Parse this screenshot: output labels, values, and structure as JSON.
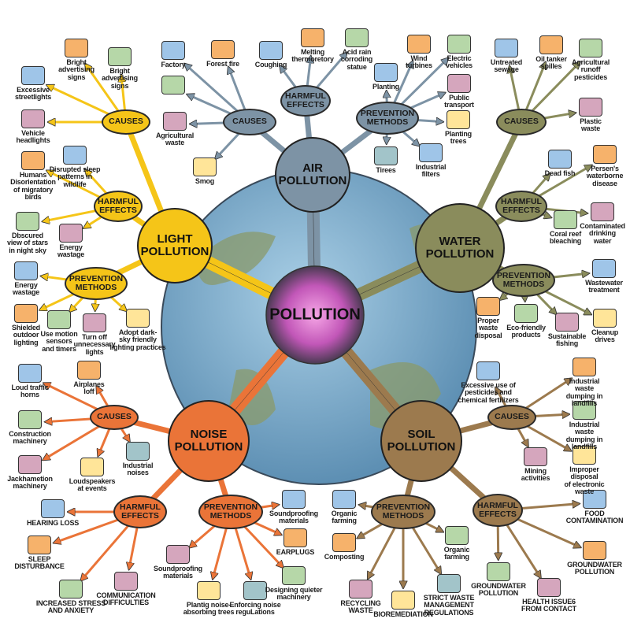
{
  "center_title": "POLLUTION",
  "topics": [
    {
      "key": "air",
      "title": "AIR\nPOLLUTION",
      "color": "#7d93a5",
      "causes_label": "CAUSES",
      "harmful_label": "HARMFUL\nEFFECTS",
      "prevention_label": "PREVENTION\nMETHODS",
      "causes": [
        "Factory",
        "Forest fire",
        "",
        "Agricultural\nwaste",
        "Smog"
      ],
      "harmful": [
        "Coughing",
        "Melting\nthermoretory",
        "Acid rain\ncorroding\nstatue"
      ],
      "prevention": [
        "Planting",
        "Wind\nturbines",
        "Electric\nvehicles",
        "Public\ntransport",
        "Planting\ntrees",
        "Tirees",
        "Industrial\nfilters"
      ]
    },
    {
      "key": "light",
      "title": "LIGHT\nPOLLUTION",
      "color": "#f5c518",
      "causes_label": "CAUSES",
      "harmful_label": "HARMFUL\nEFFECTS",
      "prevention_label": "PREVENTION\nMETHODS",
      "causes": [
        "Excessive\nstreetlights",
        "Bright\nadvertising\nsigns",
        "Bright\nadvertising\nsigns",
        "Vehicle\nheadlights"
      ],
      "harmful": [
        "Disrupted sleep\npatterns in\nwildlife",
        "Humans\nDisorientation\nof migratory\nbirds",
        "Dbscured\nview of stars\nin night sky",
        "Energy\nwastage"
      ],
      "prevention": [
        "Energy\nwastage",
        "Shielded\noutdoor\nlighting",
        "Use motion\nsensors\nand timers",
        "Turn off\nunnecessary\nlights",
        "Adopt dark-\nsky friendly\nlighting practices"
      ]
    },
    {
      "key": "water",
      "title": "WATER\nPOLLUTION",
      "color": "#8a8c5c",
      "causes_label": "CAUSES",
      "harmful_label": "HARMFUL\nEFFECTS",
      "prevention_label": "PREVENTION\nMETHODS",
      "causes": [
        "Untreated\nsewage",
        "Oil tanker\nspilles",
        "Agricultural\nrunoff\npesticides",
        "Plastic\nwaste"
      ],
      "harmful": [
        "Dead fish",
        "Persen's\nwaterborne\ndisease",
        "Coral reef\nbleaching",
        "Contaminated\ndrinking\nwater"
      ],
      "prevention": [
        "Wastewater\ntreatment",
        "Proper\nwaste\ndisposal",
        "Eco-friendly\nproducts",
        "Sustainable\nfishing",
        "Cleanup\ndrives"
      ]
    },
    {
      "key": "noise",
      "title": "NOISE\nPOLLUTION",
      "color": "#ea7438",
      "causes_label": "CAUSES",
      "harmful_label": "HARMFUL\nEFFECTS",
      "prevention_label": "PREVENTION\nMETHODS",
      "causes": [
        "Loud traffic\nhorns",
        "Airplanes\nloff",
        "Construction\nmachinery",
        "Jackhametion\nmachinery",
        "Loudspeakers\nat events",
        "Industrial\nnoises"
      ],
      "harmful": [
        "HEARING LOSS",
        "SLEEP\nDISTURBANCE",
        "INCREASED STRESS\nAND ANXIETY",
        "COMMUNICATION\nDIFFICULTIES"
      ],
      "prevention": [
        "Soundproofing\nmaterials",
        "EARPLUGS",
        "Designing quieter\nmachinery",
        "Soundproofing\nmaterials",
        "Plantig noise-\nabsorbing trees",
        "Enforcing noise\nreguLations"
      ]
    },
    {
      "key": "soil",
      "title": "SOIL\nPOLLUTION",
      "color": "#9c7a4e",
      "causes_label": "CAUSES",
      "harmful_label": "HARMFUL\nEFFECTS",
      "prevention_label": "PREVENTION\nMETHODS",
      "causes": [
        "Excessive use of\npesticides and\nchemical fertilizers",
        "Industrial waste\ndumping in landfills",
        "Industrial waste\ndumping in landfills",
        "Mining\nactivities",
        "Improper disposal\nof electronic waste"
      ],
      "harmful": [
        "FOOD\nCONTAMINATION",
        "GROUNDWATER\nPOLLUTION",
        "GROUNDWATER\nPOLLUTION",
        "HEALTH ISSUE6\nFROM CONTACT"
      ],
      "prevention": [
        "Organic\nfarming",
        "Composting",
        "Organic\nfarming",
        "RECYCLING\nWASTE",
        "BIOREMEDIATION",
        "STRICT WASTE\nMANAGEMENT\nREGULATIONS"
      ]
    }
  ]
}
